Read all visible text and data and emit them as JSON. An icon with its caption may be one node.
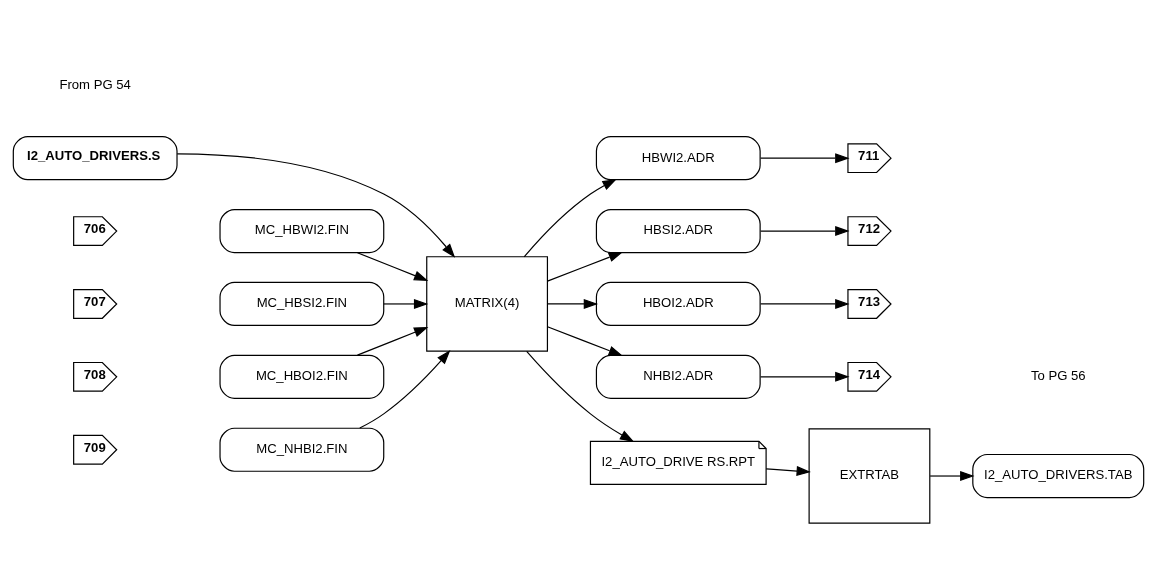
{
  "diagram": {
    "nodes": [
      {
        "text": [
          "I2_AUTO_DRIVERS.S"
        ]
      },
      {
        "text": [
          "706"
        ]
      },
      {
        "text": [
          "MC_HBWI2.FIN"
        ]
      },
      {
        "text": [
          "707"
        ]
      },
      {
        "text": [
          "MC_HBSI2.FIN"
        ]
      },
      {
        "text": [
          "708"
        ]
      },
      {
        "text": [
          "MC_HBOI2.FIN"
        ]
      },
      {
        "text": [
          "709"
        ]
      },
      {
        "text": [
          "MC_NHBI2.FIN"
        ]
      },
      {
        "text": [
          "MATRIX(4)"
        ]
      },
      {
        "text": [
          "HBWI2.ADR"
        ]
      },
      {
        "text": [
          "711"
        ]
      },
      {
        "text": [
          "HBSI2.ADR"
        ]
      },
      {
        "text": [
          "712"
        ]
      },
      {
        "text": [
          "HBOI2.ADR"
        ]
      },
      {
        "text": [
          "713"
        ]
      },
      {
        "text": [
          "NHBI2.ADR"
        ]
      },
      {
        "text": [
          "714"
        ]
      },
      {
        "text": [
          "I2_AUTO_DRIVE RS.RPT"
        ]
      },
      {
        "text": [
          "EXTRTAB"
        ]
      },
      {
        "text": [
          "I2_AUTO_DRIVERS.TAB"
        ]
      }
    ],
    "edges": [
      {
        "from": 0,
        "to": 9,
        "arrow": "to"
      },
      {
        "from": 2,
        "to": 9,
        "arrow": "to"
      },
      {
        "from": 4,
        "to": 9,
        "arrow": "to"
      },
      {
        "from": 6,
        "to": 9,
        "arrow": "to"
      },
      {
        "from": 8,
        "to": 9,
        "arrow": "to"
      },
      {
        "from": 9,
        "to": 10,
        "arrow": "to"
      },
      {
        "from": 9,
        "to": 12,
        "arrow": "to"
      },
      {
        "from": 9,
        "to": 14,
        "arrow": "to"
      },
      {
        "from": 9,
        "to": 16,
        "arrow": "to"
      },
      {
        "from": 10,
        "to": 11,
        "arrow": "to"
      },
      {
        "from": 12,
        "to": 13,
        "arrow": "to"
      },
      {
        "from": 14,
        "to": 15,
        "arrow": "to"
      },
      {
        "from": 16,
        "to": 17,
        "arrow": "to"
      },
      {
        "from": 9,
        "to": 18,
        "arrow": "to"
      },
      {
        "from": 18,
        "to": 19,
        "arrow": "to"
      },
      {
        "from": 19,
        "to": 20,
        "arrow": "to"
      }
    ],
    "labels": [
      "From PG 54",
      "To PG 56"
    ]
  }
}
